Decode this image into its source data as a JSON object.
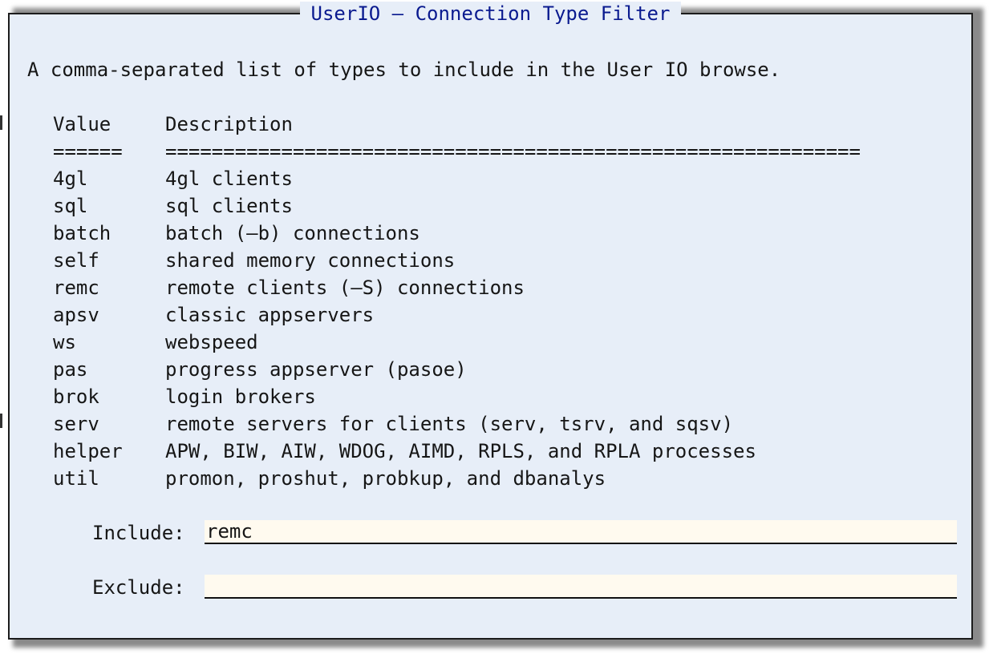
{
  "dialog": {
    "title": "UserIO – Connection Type Filter",
    "intro": "A comma-separated list of types to include in the User IO browse."
  },
  "table": {
    "headers": {
      "value": "Value",
      "description": "Description"
    },
    "underlines": {
      "value": "======",
      "description": "============================================================"
    },
    "rows": [
      {
        "value": "4gl",
        "description": "4gl clients"
      },
      {
        "value": "sql",
        "description": "sql clients"
      },
      {
        "value": "batch",
        "description": "batch (–b) connections"
      },
      {
        "value": "self",
        "description": "shared memory connections"
      },
      {
        "value": "remc",
        "description": "remote clients (–S) connections"
      },
      {
        "value": "apsv",
        "description": "classic appservers"
      },
      {
        "value": "ws",
        "description": "webspeed"
      },
      {
        "value": "pas",
        "description": "progress appserver (pasoe)"
      },
      {
        "value": "brok",
        "description": "login brokers"
      },
      {
        "value": "serv",
        "description": "remote servers for clients (serv, tsrv, and sqsv)"
      },
      {
        "value": "helper",
        "description": "APW, BIW, AIW, WDOG, AIMD, RPLS, and RPLA processes"
      },
      {
        "value": "util",
        "description": "promon, proshut, probkup, and dbanalys"
      }
    ]
  },
  "form": {
    "include": {
      "label": "Include:",
      "value": "remc"
    },
    "exclude": {
      "label": "Exclude:",
      "value": ""
    }
  },
  "colors": {
    "dialog_bg": "#e7eef8",
    "title_text": "#0a1a8f",
    "input_bg": "#fffaef",
    "border": "#1c1c1c"
  }
}
